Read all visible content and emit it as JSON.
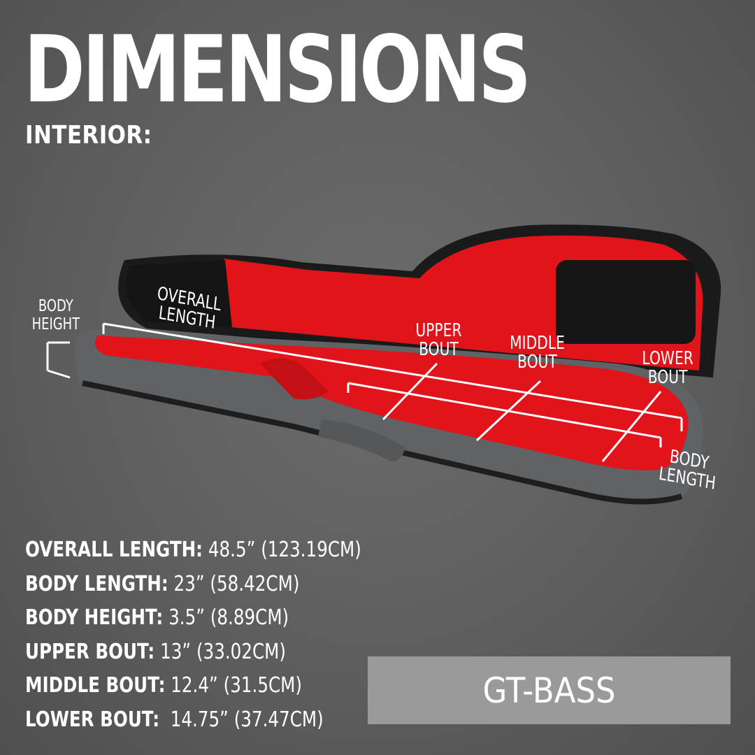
{
  "heading": {
    "title": "DIMENSIONS",
    "subtitle": "INTERIOR:"
  },
  "callouts": {
    "body_height": [
      "BODY",
      "HEIGHT"
    ],
    "overall_length": [
      "OVERALL",
      "LENGTH"
    ],
    "upper_bout": [
      "UPPER",
      "BOUT"
    ],
    "middle_bout": [
      "MIDDLE",
      "BOUT"
    ],
    "lower_bout": [
      "LOWER",
      "BOUT"
    ],
    "body_length": [
      "BODY",
      "LENGTH"
    ]
  },
  "specs": [
    {
      "label": "OVERALL LENGTH:",
      "value": " 48.5” (123.19CM)"
    },
    {
      "label": "BODY LENGTH:",
      "value": " 23” (58.42CM)"
    },
    {
      "label": "BODY HEIGHT:",
      "value": " 3.5” (8.89CM)"
    },
    {
      "label": "UPPER BOUT:",
      "value": " 13” (33.02CM)"
    },
    {
      "label": "MIDDLE BOUT:",
      "value": " 12.4” (31.5CM)"
    },
    {
      "label": "LOWER BOUT:",
      "value": "  14.75” (37.47CM)"
    }
  ],
  "model": "GT-BASS",
  "colors": {
    "background": "#5e5e5e",
    "case_shell": "#1c1c1c",
    "case_lining": "#e0141a",
    "case_exterior": "#5f6366",
    "model_box": "#9a9a9a",
    "text": "#ffffff"
  }
}
